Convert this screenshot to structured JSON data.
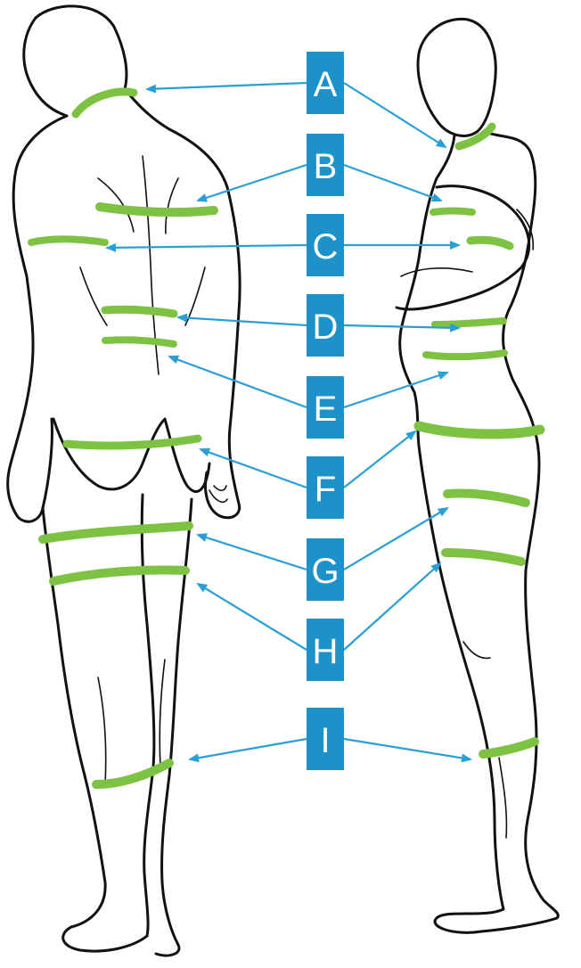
{
  "colors": {
    "band": "#7dc242",
    "label_bg": "#1d92c8",
    "arrow": "#2a9fd6",
    "outline": "#111111"
  },
  "labels": [
    {
      "id": "A",
      "text": "A"
    },
    {
      "id": "B",
      "text": "B"
    },
    {
      "id": "C",
      "text": "C"
    },
    {
      "id": "D",
      "text": "D"
    },
    {
      "id": "E",
      "text": "E"
    },
    {
      "id": "F",
      "text": "F"
    },
    {
      "id": "G",
      "text": "G"
    },
    {
      "id": "H",
      "text": "H"
    },
    {
      "id": "I",
      "text": "I"
    }
  ],
  "figures": {
    "left": "male-figure-back-view",
    "right": "female-figure-side-view"
  }
}
